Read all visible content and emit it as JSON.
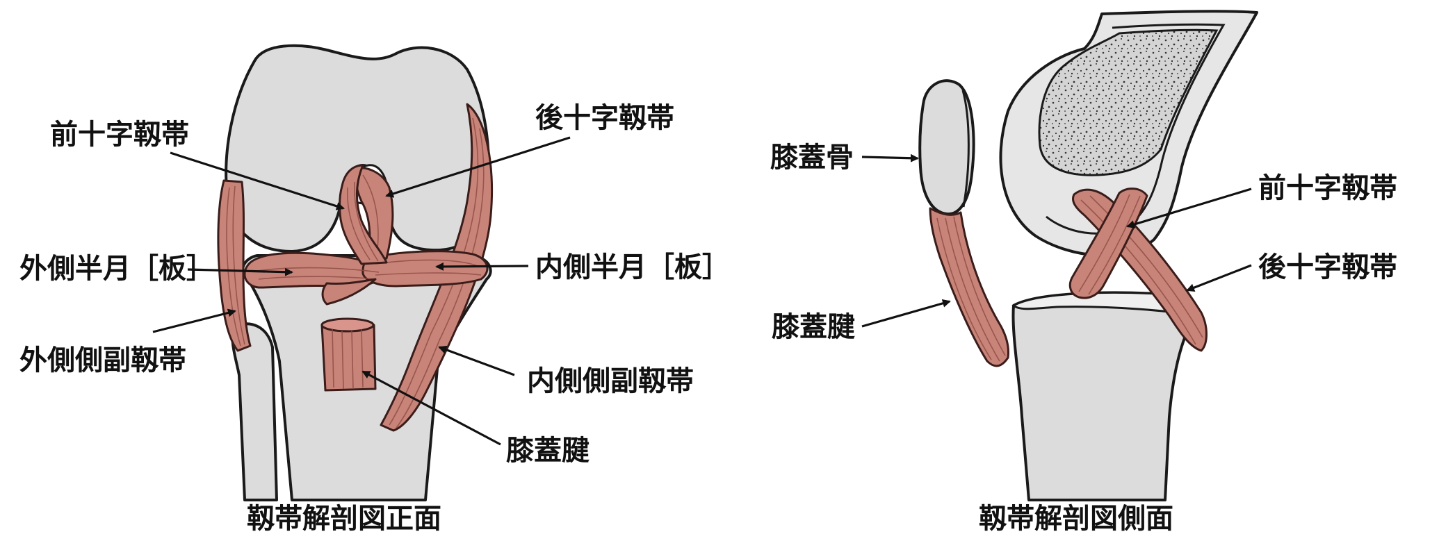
{
  "front_view": {
    "caption": "靱帯解剖図正面",
    "labels": {
      "acl": "前十字靱帯",
      "pcl": "後十字靱帯",
      "lateral_meniscus": "外側半月［板］",
      "medial_meniscus": "内側半月［板］",
      "lcl": "外側側副靱帯",
      "mcl": "内側側副靱帯",
      "patellar_tendon": "膝蓋腱"
    }
  },
  "side_view": {
    "caption": "靱帯解剖図側面",
    "labels": {
      "patella": "膝蓋骨",
      "acl": "前十字靱帯",
      "pcl": "後十字靱帯",
      "patellar_tendon": "膝蓋腱"
    }
  },
  "colors": {
    "bone": "#dcdcdc",
    "ligament": "#c98479",
    "outline": "#1a1a1a"
  }
}
